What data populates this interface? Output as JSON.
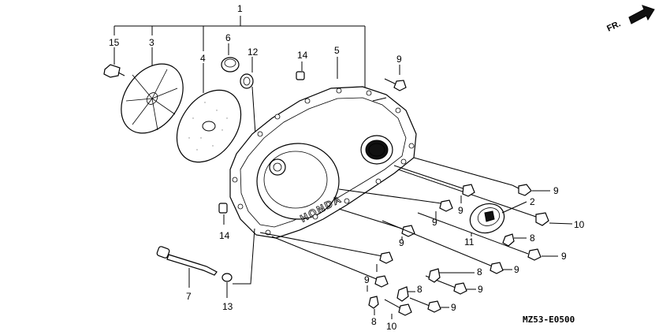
{
  "diagram": {
    "direction_label": "FR.",
    "diagram_code": "MZ53-E0500",
    "brand_text": "HONDA",
    "callouts": [
      "1",
      "15",
      "3",
      "4",
      "6",
      "12",
      "14",
      "5",
      "9",
      "14",
      "7",
      "13",
      "9",
      "9",
      "2",
      "10",
      "11",
      "8",
      "9",
      "9",
      "8",
      "9",
      "8",
      "9",
      "8",
      "10"
    ]
  }
}
